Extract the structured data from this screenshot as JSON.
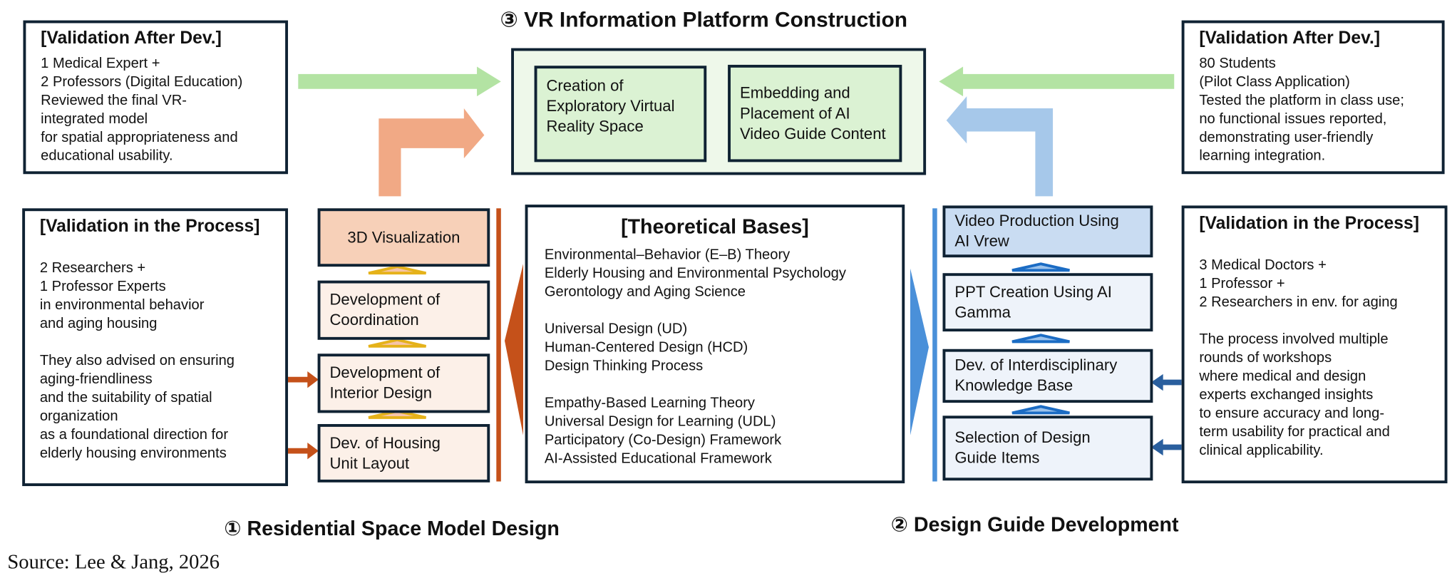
{
  "titles": {
    "section3": "③ VR Information  Platform Construction",
    "section1": "① Residential Space Model Design",
    "section2": "② Design Guide  Development",
    "source": "Source: Lee & Jang, 2026"
  },
  "left_after": {
    "title": "[Validation After Dev.]",
    "text": "1 Medical Expert +\n2 Professors (Digital Education)\nReviewed the final VR-\nintegrated model\nfor spatial appropriateness and\neducational usability."
  },
  "right_after": {
    "title": "[Validation After Dev.]",
    "text": "80 Students\n(Pilot Class Application)\nTested the platform in class use;\nno functional issues reported,\ndemonstrating user-friendly\nlearning integration."
  },
  "left_process": {
    "title": "[Validation in the Process]",
    "text": "2 Researchers +\n1 Professor Experts\n in environmental behavior\n and aging housing\n\nThey also advised on ensuring\naging-friendliness\nand the suitability of spatial\norganization\nas a foundational direction for\nelderly housing environments"
  },
  "right_process": {
    "title": "[Validation in the Process]",
    "text": "3 Medical Doctors +\n1 Professor +\n2 Researchers in env. for aging\n\nThe process involved multiple\nrounds of workshops\nwhere medical and design\nexperts exchanged insights\nto ensure accuracy and long-\nterm usability for practical and\nclinical applicability."
  },
  "platform": {
    "items": [
      "Creation of\nExploratory Virtual\nReality Space",
      "Embedding and\nPlacement of AI\nVideo Guide Content"
    ]
  },
  "residential_steps": [
    "3D Visualization",
    "Development of\nCoordination",
    "Development of\nInterior Design",
    "Dev. of Housing\nUnit Layout"
  ],
  "guide_steps": [
    "Video Production Using\nAI Vrew",
    "PPT Creation Using AI\nGamma",
    "Dev. of Interdisciplinary\nKnowledge Base",
    "Selection of Design\nGuide Items"
  ],
  "theory": {
    "title": "[Theoretical Bases]",
    "groups": [
      [
        "Environmental–Behavior (E–B) Theory",
        "Elderly Housing and Environmental Psychology",
        "Gerontology and Aging Science"
      ],
      [
        "Universal Design (UD)",
        "Human-Centered Design (HCD)",
        "Design Thinking Process"
      ],
      [
        "Empathy-Based Learning Theory",
        "Universal Design for Learning (UDL)",
        "Participatory (Co-Design) Framework",
        "AI-Assisted Educational Framework"
      ]
    ]
  },
  "colors": {
    "green_arrow": "#b3e3a3",
    "orange_arrow": "#f1a985",
    "blue_arrow": "#a6c8ea",
    "orange_bar": "#c5511a",
    "blue_bar": "#4a90d9",
    "gold_chevron": "#e5b21a",
    "navy_arrow": "#2a5f9e",
    "box_border": "#0f2233"
  }
}
